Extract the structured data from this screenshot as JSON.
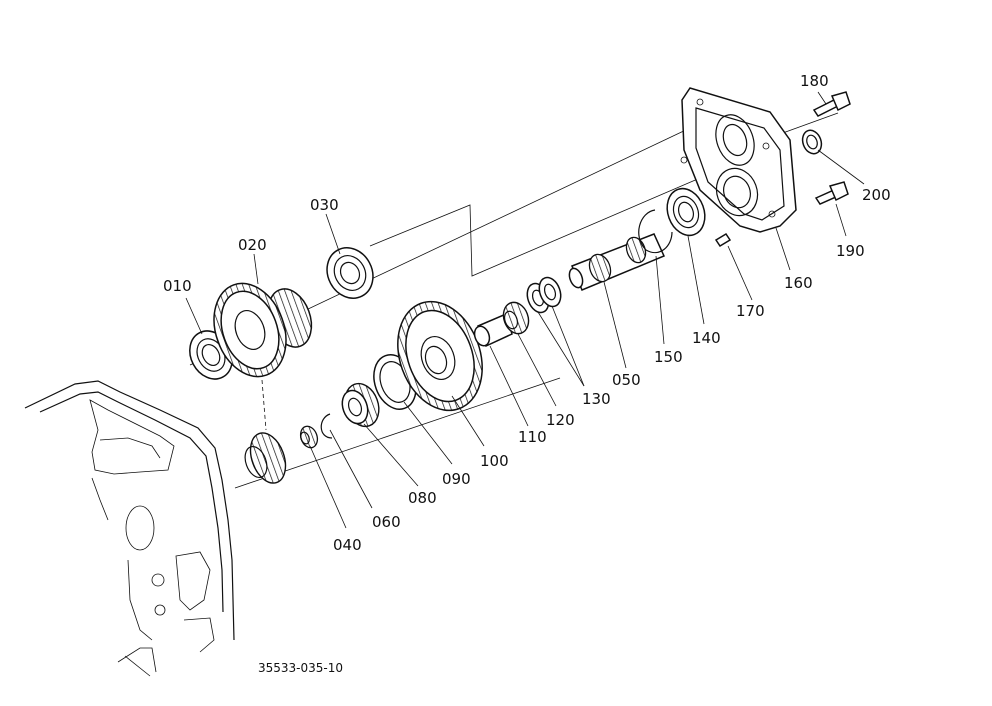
{
  "diagram": {
    "drawing_code": "35533-035-10",
    "parts": [
      {
        "id": "p010",
        "label": "010"
      },
      {
        "id": "p020",
        "label": "020"
      },
      {
        "id": "p030",
        "label": "030"
      },
      {
        "id": "p040",
        "label": "040"
      },
      {
        "id": "p050",
        "label": "050"
      },
      {
        "id": "p060",
        "label": "060"
      },
      {
        "id": "p080",
        "label": "080"
      },
      {
        "id": "p090",
        "label": "090"
      },
      {
        "id": "p100",
        "label": "100"
      },
      {
        "id": "p110",
        "label": "110"
      },
      {
        "id": "p120",
        "label": "120"
      },
      {
        "id": "p130",
        "label": "130"
      },
      {
        "id": "p140",
        "label": "140"
      },
      {
        "id": "p150",
        "label": "150"
      },
      {
        "id": "p160",
        "label": "160"
      },
      {
        "id": "p170",
        "label": "170"
      },
      {
        "id": "p180",
        "label": "180"
      },
      {
        "id": "p190",
        "label": "190"
      },
      {
        "id": "p200",
        "label": "200"
      }
    ]
  }
}
